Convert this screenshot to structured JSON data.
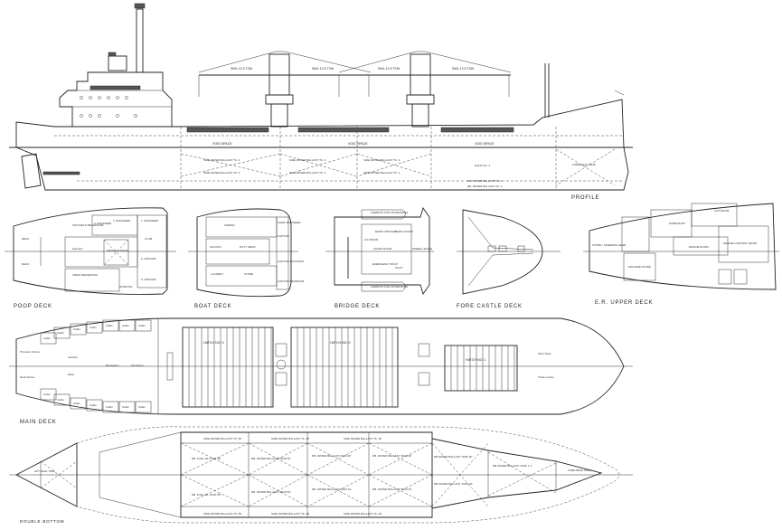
{
  "views": {
    "profile": "PROFILE",
    "poop_deck": "POOP DECK",
    "boat_deck": "BOAT DECK",
    "bridge_deck": "BRIDGE DECK",
    "fore_castle_deck": "FORE CASTLE DECK",
    "er_upper_deck": "E.R. UPPER DECK",
    "main_deck": "MAIN DECK",
    "double_bottom": "DOUBLE BOTTOM"
  },
  "profile": {
    "cranes": [
      "SWL 12.5 TON",
      "SWL 12.5 TON",
      "SWL 12.5 TON",
      "SWL 12.5 TON"
    ],
    "void_spaces": [
      "VOID SPACE",
      "VOID SPACE",
      "VOID SPACE"
    ],
    "tanks": [
      "SIDE WATER BALLAST TK. 4",
      "SIDE WATER BALLAST TK. 5",
      "SIDE WATER BALLAST TK. 4",
      "SIDE WATER BALLAST TK. 3",
      "SIDE WATER BALLAST TK. 3",
      "SIDE WATER BALLAST TK. 2",
      "HOLD NO. 1",
      "FORE PEAK TANK",
      "DB. WATER BALLAST TK. 2",
      "DB. WATER BALLAST TK. 1"
    ]
  },
  "poop_deck": [
    "DECK",
    "DECK",
    "OFFICER'S MESSROOM",
    "GALLEY",
    "CREW MESSROOM",
    "ENGINE CASING",
    "2. ENGINEER",
    "3. ENGINEER",
    "1. ENGINEER",
    "CLUB",
    "2. OFFICER",
    "3. OFFICER",
    "HOSPITAL"
  ],
  "boat_deck": [
    "OWNER",
    "SALOON",
    "CHIEF ENGINEER",
    "CAPTAIN",
    "CAPTAIN DAYROOM",
    "DUTY MESS",
    "LAUNDRY",
    "CAPTAIN BEDROOM",
    "STORE"
  ],
  "bridge_deck": [
    "LIFEBOAT FOR 25 PERSONS",
    "RADIO OFFICER",
    "RADIO ROOM",
    "A/C ROOM",
    "CHART ROOM",
    "WHEEL HOUSE",
    "EMERGENCY BOAT",
    "PILOT",
    "LIFEBOAT FOR 25 PERSONS"
  ],
  "er_upper_deck": [
    "CO2 ROOM",
    "WORKSHOP",
    "ENGINE CONTROL ROOM",
    "ENGINE ROOM",
    "MACHINE STORE",
    "STORE / STEERING GEAR"
  ],
  "main_deck": {
    "hatches": [
      "HATCH NO. 3",
      "HATCH NO. 2",
      "HATCH NO. 1"
    ],
    "cabin": "Cabin",
    "rooms": [
      "Provision Stores",
      "Deck Stores",
      "Laundry",
      "Mess",
      "Recreation",
      "A/C Room",
      "Paint Store",
      "Chain Locker"
    ]
  },
  "double_bottom": {
    "port": [
      "DB. FUEL OIL TANK 5P",
      "DB. WATER BALLAST TANK 5P",
      "DB. WATER BALLAST TANK 4P",
      "DB. WATER BALLAST TANK 3P",
      "DB WATER BALLAST TANK 2P"
    ],
    "stbd": [
      "DB. FUEL OIL TANK 5S",
      "DB. WATER BALLAST TANK 5S",
      "DB. WATER BALLAST TANK 4S",
      "DB. WATER BALLAST TANK 3S",
      "DB WATER BALLAST TANK 2S"
    ],
    "center": [
      "AFT PEAK TANK",
      "DB WATER BALLAST TANK 1 C",
      "FORE PEAK TANK"
    ],
    "side": [
      "SIDE WATER BALLAST TK. 5P",
      "SIDE WATER BALLAST TK. 4P",
      "SIDE WATER BALLAST TK. 3P",
      "SIDE WATER BALLAST TK. 5S",
      "SIDE WATER BALLAST TK. 4S",
      "SIDE WATER BALLAST TK. 3S"
    ]
  }
}
